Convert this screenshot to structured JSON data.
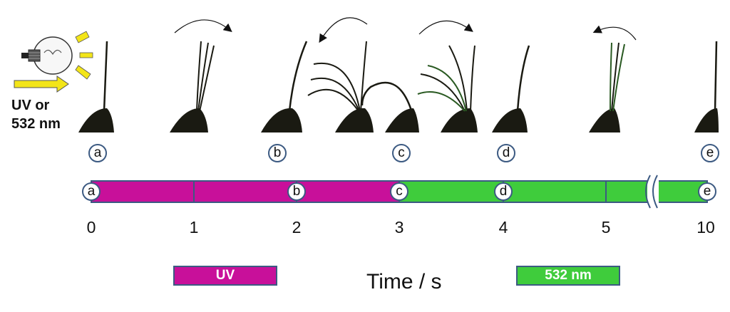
{
  "light_source": {
    "label_line1": "UV or",
    "label_line2": "532 nm",
    "icon": "light-bulb-icon"
  },
  "frame_labels": [
    "a",
    "b",
    "c",
    "d",
    "e"
  ],
  "timeline": {
    "states": [
      "a",
      "b",
      "c",
      "d",
      "e"
    ],
    "ticks": [
      "0",
      "1",
      "2",
      "3",
      "4",
      "5",
      "10"
    ],
    "axis_title": "Time / s",
    "break_marker": "axis-break-icon"
  },
  "legend": {
    "uv_label": "UV",
    "green_label": "532 nm"
  },
  "colors": {
    "uv": "#c8109a",
    "green": "#3fcc3c",
    "outline": "#3c5a82",
    "plant": "#1a1a12",
    "bulb_rays": "#f3e519"
  }
}
